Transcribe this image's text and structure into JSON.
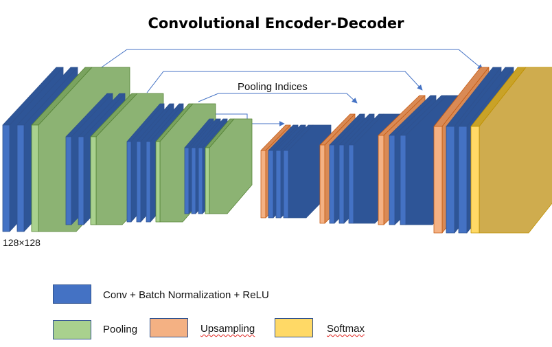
{
  "title": "Convolutional Encoder-Decoder",
  "annotations": {
    "pooling_indices": "Pooling Indices",
    "input_size": "128×128"
  },
  "legend": [
    {
      "id": "conv",
      "label": "Conv + Batch Normalization + ReLU",
      "color": "#4472c4"
    },
    {
      "id": "pool",
      "label": "Pooling",
      "color": "#a9d18e"
    },
    {
      "id": "up",
      "label": "Upsampling",
      "color": "#f4b183"
    },
    {
      "id": "softmax",
      "label": "Softmax",
      "color": "#ffd966"
    }
  ],
  "colors": {
    "conv_front": "#4472c4",
    "conv_side": "#2e5597",
    "pool_front": "#a9d18e",
    "pool_big": "#8cb373",
    "pool_side": "#7aa35f",
    "up_front": "#f4b183",
    "up_side": "#d98a55",
    "softmax_front": "#ffd966",
    "softmax_big": "#cfac4e",
    "softmax_side": "#c9a227",
    "arrow": "#4472c4"
  },
  "layer_stacks": [
    {
      "id": "enc1",
      "layers": [
        "conv",
        "conv",
        "pool"
      ]
    },
    {
      "id": "enc2",
      "layers": [
        "conv",
        "conv",
        "pool"
      ]
    },
    {
      "id": "enc3",
      "layers": [
        "conv",
        "conv",
        "conv",
        "pool"
      ]
    },
    {
      "id": "enc4",
      "layers": [
        "conv",
        "conv",
        "conv",
        "pool"
      ]
    },
    {
      "id": "dec4",
      "layers": [
        "up",
        "conv",
        "conv",
        "conv"
      ]
    },
    {
      "id": "dec3",
      "layers": [
        "up",
        "conv",
        "conv",
        "conv"
      ]
    },
    {
      "id": "dec2",
      "layers": [
        "up",
        "conv",
        "conv"
      ]
    },
    {
      "id": "dec1",
      "layers": [
        "up",
        "conv",
        "conv",
        "softmax"
      ]
    }
  ],
  "skip_connections": [
    {
      "from": "enc1",
      "to": "dec1"
    },
    {
      "from": "enc2",
      "to": "dec2"
    },
    {
      "from": "enc3",
      "to": "dec3"
    },
    {
      "from": "enc4",
      "to": "dec4"
    }
  ]
}
